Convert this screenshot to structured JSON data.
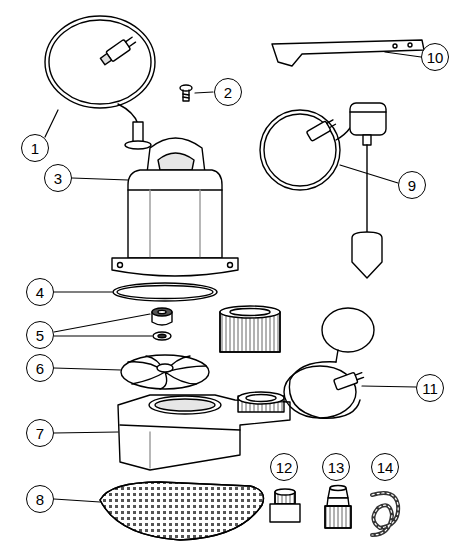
{
  "diagram": {
    "nodes": [
      {
        "text": [
          "1"
        ]
      },
      {
        "text": [
          "2"
        ]
      },
      {
        "text": [
          "3"
        ]
      },
      {
        "text": [
          "4"
        ]
      },
      {
        "text": [
          "5"
        ]
      },
      {
        "text": [
          "6"
        ]
      },
      {
        "text": [
          "7"
        ]
      },
      {
        "text": [
          "8"
        ]
      },
      {
        "text": [
          "9"
        ]
      },
      {
        "text": [
          "10"
        ]
      },
      {
        "text": [
          "11"
        ]
      },
      {
        "text": [
          "12"
        ]
      },
      {
        "text": [
          "13"
        ]
      },
      {
        "text": [
          "14"
        ]
      }
    ]
  }
}
